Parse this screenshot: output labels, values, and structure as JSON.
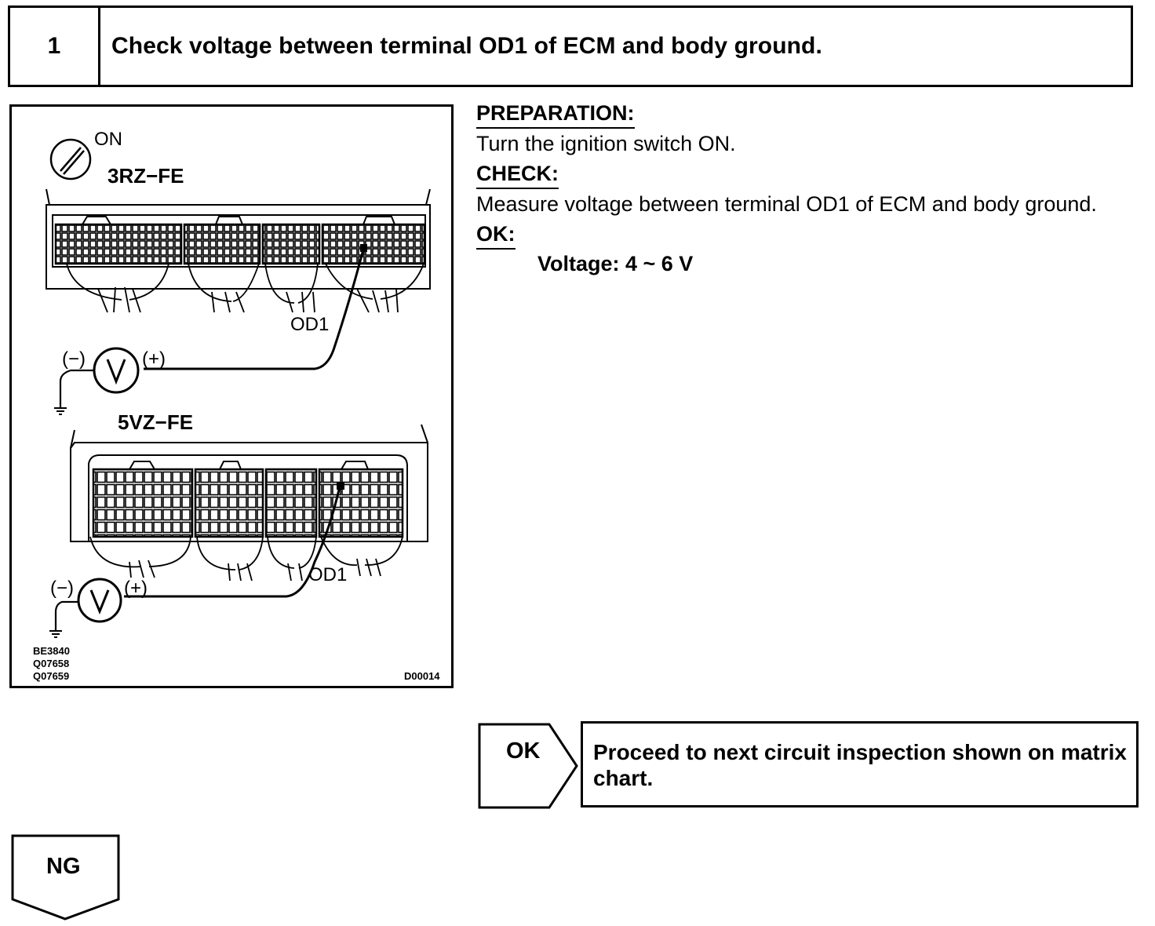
{
  "header": {
    "step_number": "1",
    "title": "Check voltage between terminal OD1 of ECM and body ground."
  },
  "figure": {
    "ignition_label": "ON",
    "engine_top": "3RZ−FE",
    "engine_bottom": "5VZ−FE",
    "terminal_label": "OD1",
    "minus_label": "(−)",
    "plus_label": "(+)",
    "voltmeter_symbol": "V",
    "codes_left": [
      "BE3840",
      "Q07658",
      "Q07659"
    ],
    "code_right": "D00014"
  },
  "instructions": {
    "preparation_heading": "PREPARATION:",
    "preparation_text": "Turn the ignition switch ON.",
    "check_heading": "CHECK:",
    "check_text": "Measure voltage between terminal OD1 of ECM and body ground.",
    "ok_heading": "OK:",
    "ok_value": "Voltage: 4 ~ 6 V"
  },
  "result_ok": {
    "label": "OK",
    "text": "Proceed to next circuit inspection shown on matrix chart."
  },
  "result_ng": {
    "label": "NG"
  }
}
